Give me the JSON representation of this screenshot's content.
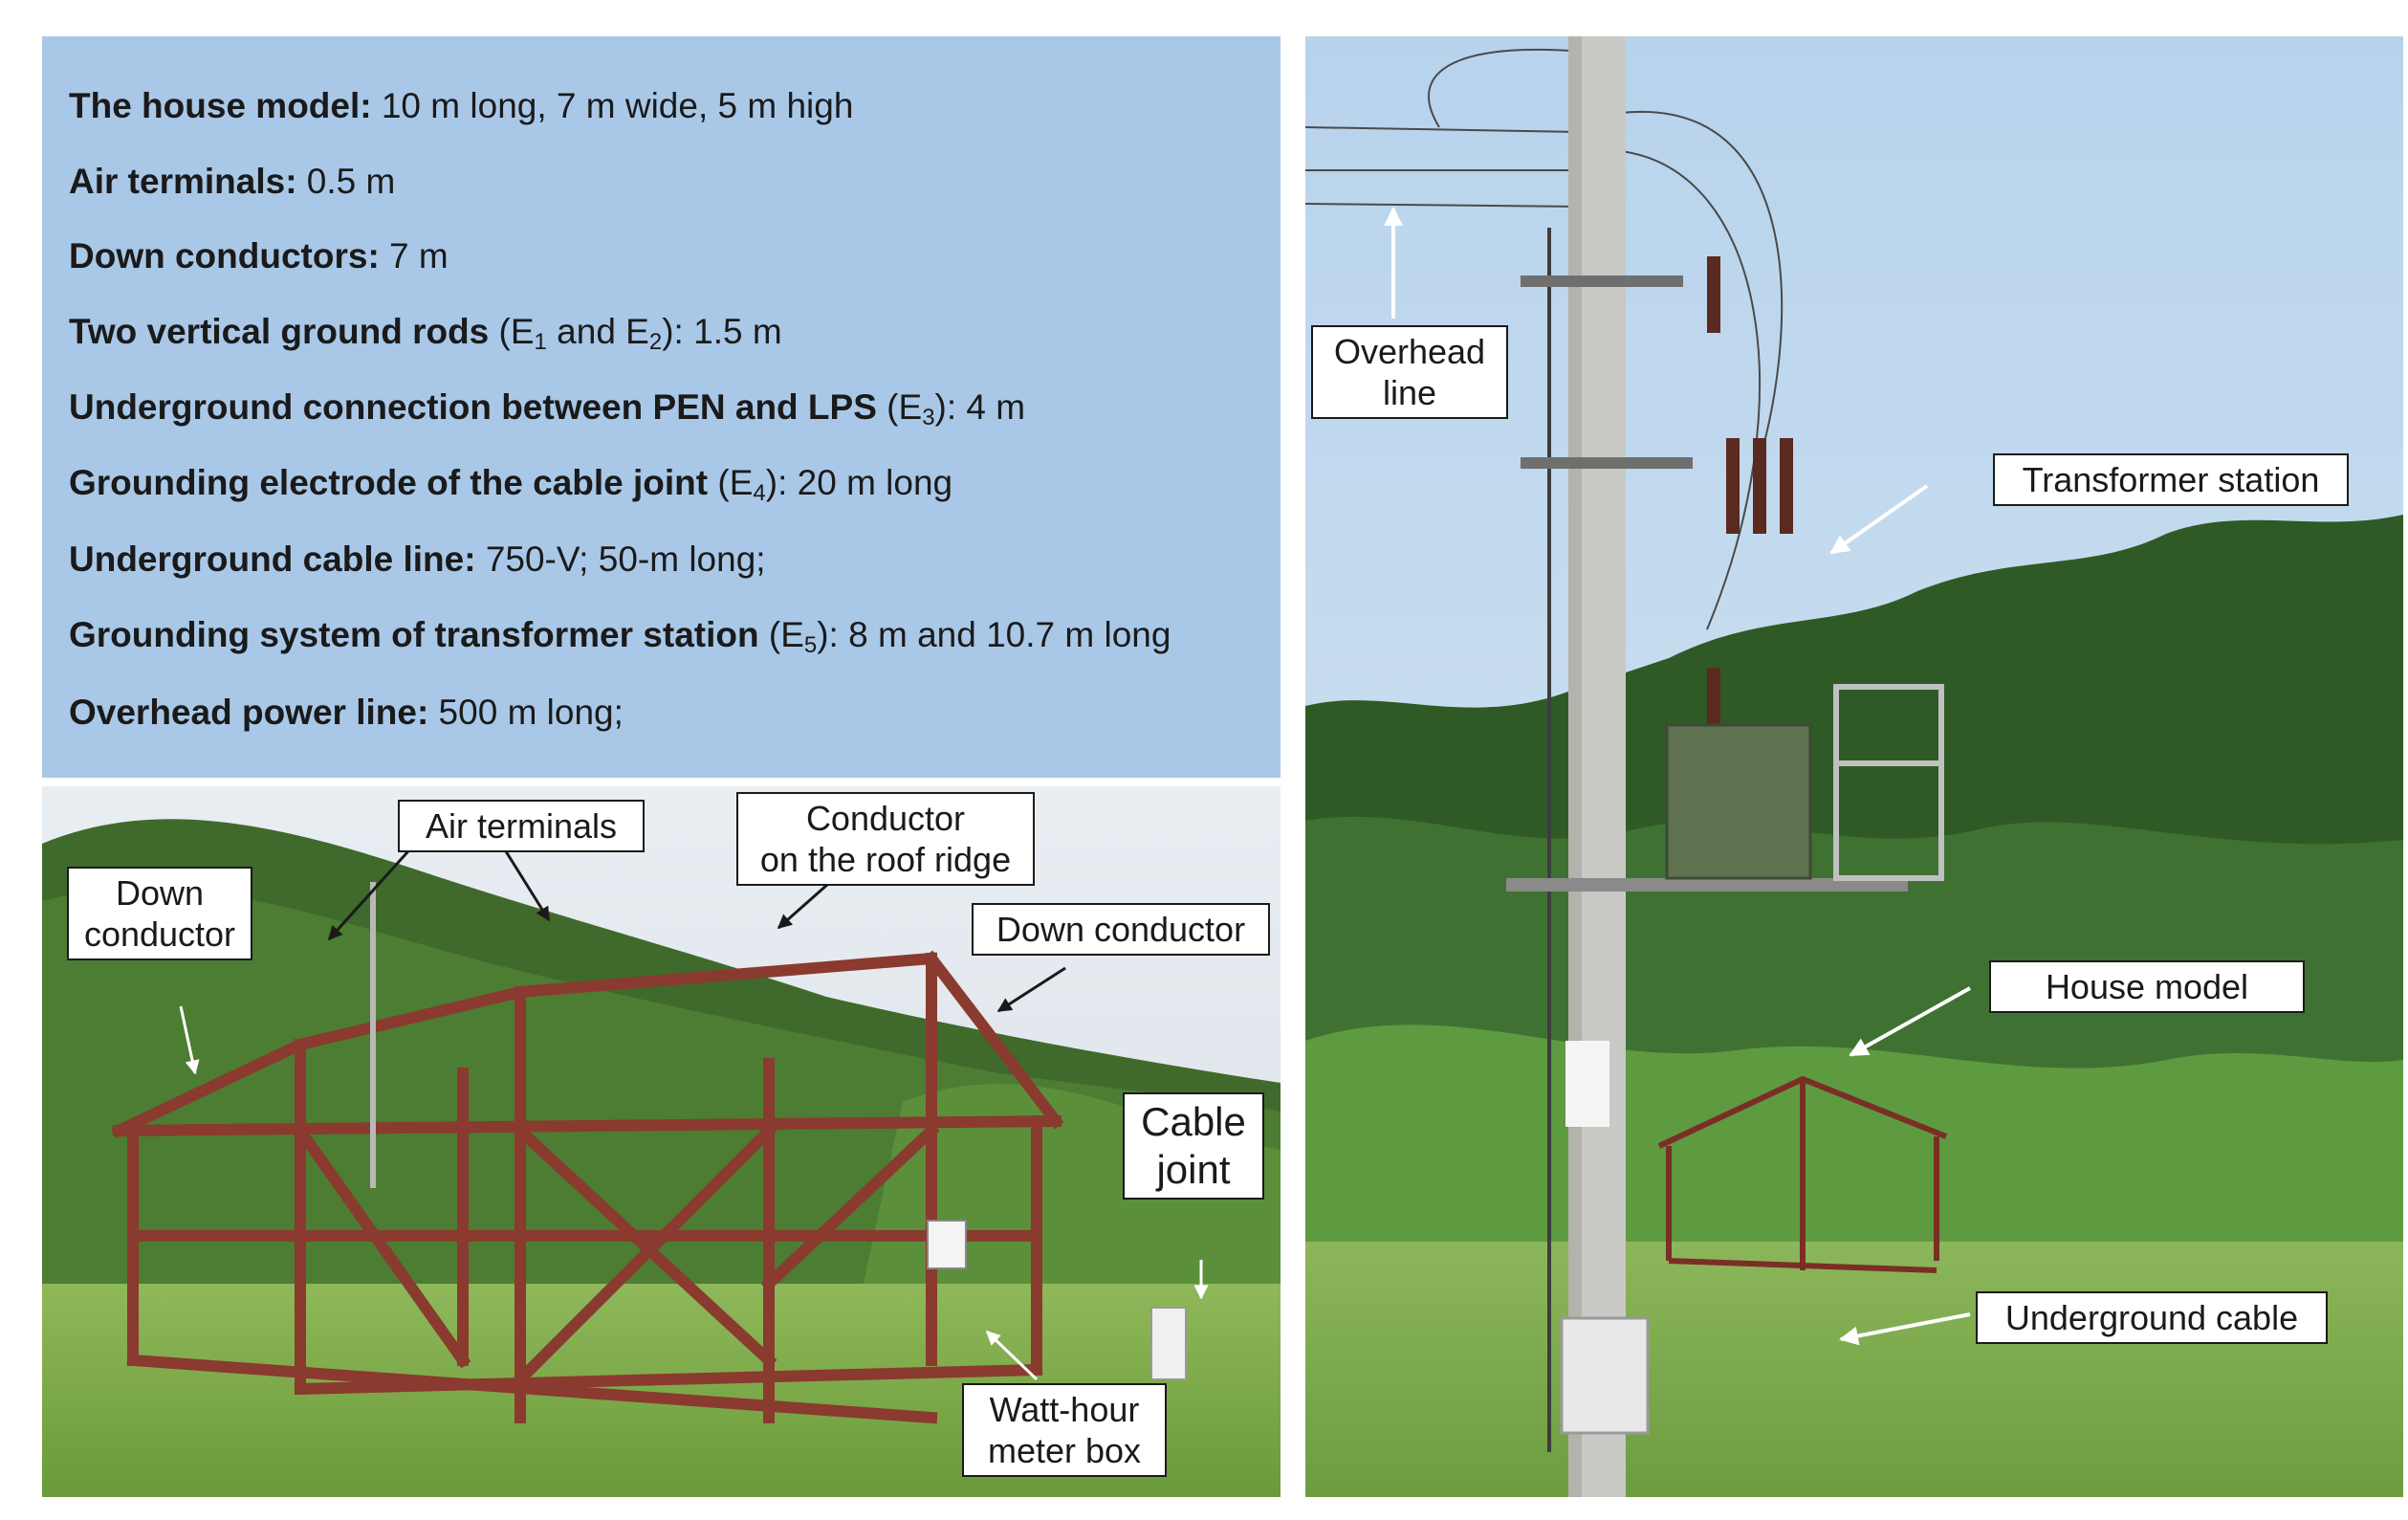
{
  "specs": [
    {
      "bold": "The house model:",
      "pre": " 10 m long, 7 m wide, 5 m high",
      "sub": "",
      "post": ""
    },
    {
      "bold": "Air terminals:",
      "pre": " 0.5 m",
      "sub": "",
      "post": ""
    },
    {
      "bold": "Down conductors:",
      "pre": " 7 m",
      "sub": "",
      "post": ""
    },
    {
      "bold": "Two vertical ground rods",
      "pre": " (E",
      "sub": "1",
      "mid": " and E",
      "sub2": "2",
      "post": "): 1.5 m"
    },
    {
      "bold": "Underground connection between PEN and LPS",
      "pre": " (E",
      "sub": "3",
      "post": "): 4 m"
    },
    {
      "bold": "Grounding electrode of the cable joint",
      "pre": " (E",
      "sub": "4",
      "post": "): 20 m long"
    },
    {
      "bold": "Underground cable line:",
      "pre": " 750-V; 50-m long;",
      "sub": "",
      "post": ""
    },
    {
      "bold": "Grounding system of transformer station",
      "pre": " (E",
      "sub": "5",
      "post": "): 8 m and 10.7 m long"
    },
    {
      "bold": "Overhead power line:",
      "pre": " 500 m long;",
      "sub": "",
      "post": ""
    }
  ],
  "house_labels": {
    "air_terminals": "Air terminals",
    "conductor_ridge_1": "Conductor",
    "conductor_ridge_2": "on the roof ridge",
    "down_conductor_left_1": "Down",
    "down_conductor_left_2": "conductor",
    "down_conductor_right": "Down conductor",
    "cable_joint_1": "Cable",
    "cable_joint_2": "joint",
    "meter_box_1": "Watt-hour",
    "meter_box_2": "meter box"
  },
  "station_labels": {
    "overhead_line_1": "Overhead",
    "overhead_line_2": "line",
    "transformer_station": "Transformer station",
    "house_model": "House model",
    "underground_cable": "Underground cable"
  }
}
